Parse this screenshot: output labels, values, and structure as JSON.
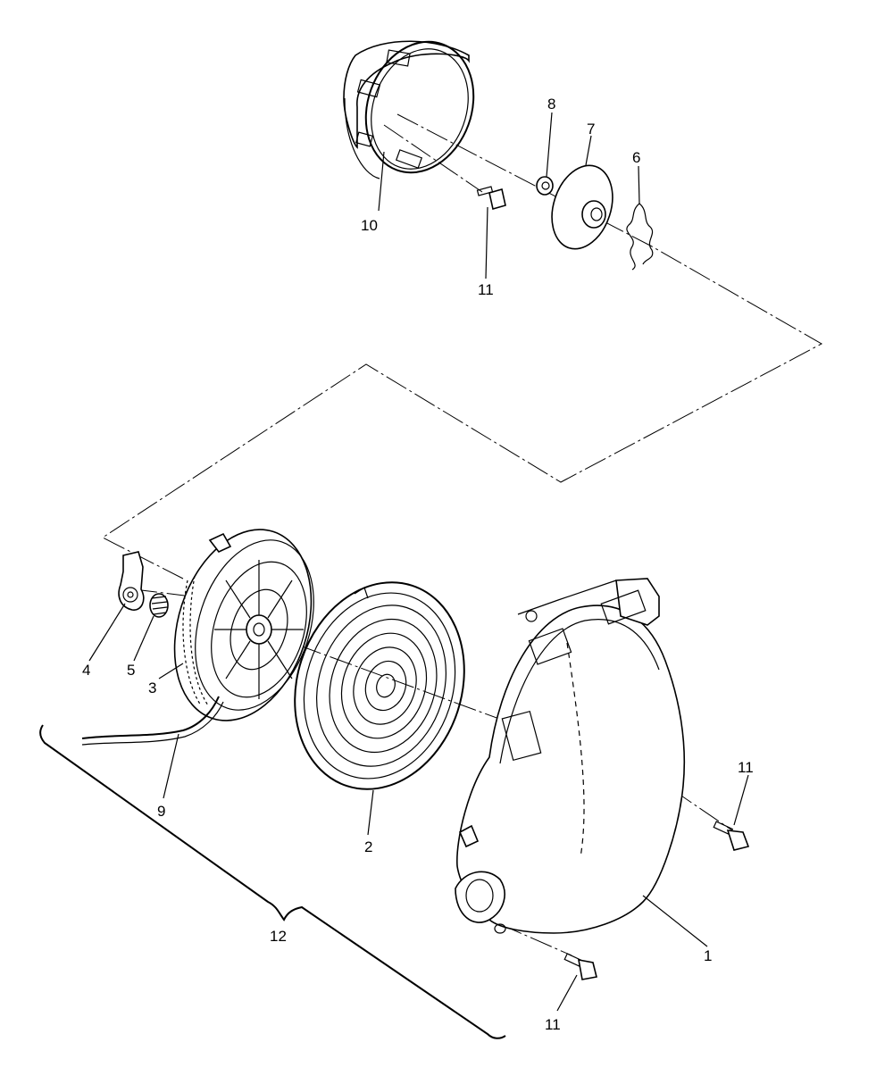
{
  "labels": {
    "p1": "1",
    "p2": "2",
    "p3": "3",
    "p4": "4",
    "p5": "5",
    "p6": "6",
    "p7": "7",
    "p8": "8",
    "p9": "9",
    "p10": "10",
    "p11a": "11",
    "p11b": "11",
    "p11c": "11",
    "p12": "12"
  },
  "colors": {
    "ink": "#000000",
    "paper": "#ffffff"
  }
}
